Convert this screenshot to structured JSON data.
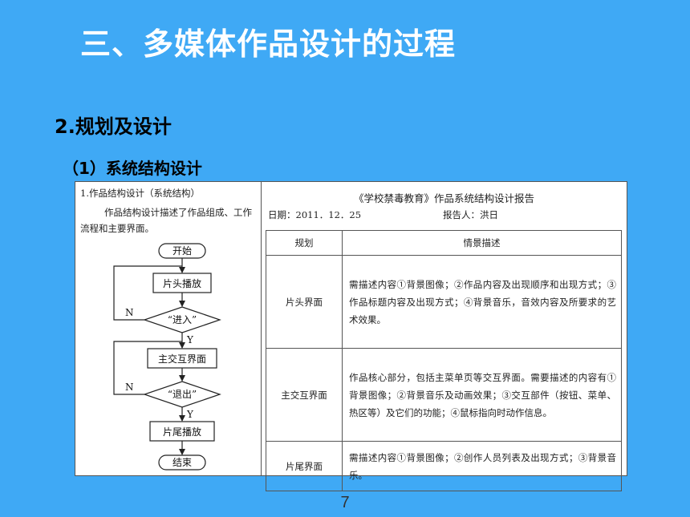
{
  "slide": {
    "title": "三、多媒体作品设计的过程",
    "section": "2.规划及设计",
    "subsection": "（1）系统结构设计",
    "page_number": "7"
  },
  "figure": {
    "left": {
      "caption": "1.作品结构设计（系统结构）",
      "description": "作品结构设计描述了作品组成、工作流程和主要界面。"
    },
    "flowchart": {
      "start": "开始",
      "intro_play": "片头播放",
      "enter_decision": "“进入”",
      "main_ui": "主交互界面",
      "exit_decision": "“退出”",
      "outro_play": "片尾播放",
      "end": "结束",
      "yes": "Y",
      "no": "N"
    },
    "report": {
      "title": "《学校禁毒教育》作品系统结构设计报告",
      "date": "日期：2011．12．25",
      "author": "报告人：洪日",
      "headers": [
        "规划",
        "情景描述"
      ],
      "rows": [
        {
          "plan": "片头界面",
          "desc": "需描述内容①背景图像；②作品内容及出现顺序和出现方式；③作品标题内容及出现方式；④背景音乐，音效内容及所要求的艺术效果。"
        },
        {
          "plan": "主交互界面",
          "desc": "作品核心部分，包括主菜单页等交互界面。需要描述的内容有①背景图像；②背景音乐及动画效果；③交互部件（按钮、菜单、热区等）及它们的功能；④鼠标指向时动作信息。"
        },
        {
          "plan": "片尾界面",
          "desc": "需描述内容①背景图像；②创作人员列表及出现方式；③背景音乐。"
        }
      ]
    }
  },
  "colors": {
    "background": "#3fa9f5",
    "title": "#ffffff"
  }
}
